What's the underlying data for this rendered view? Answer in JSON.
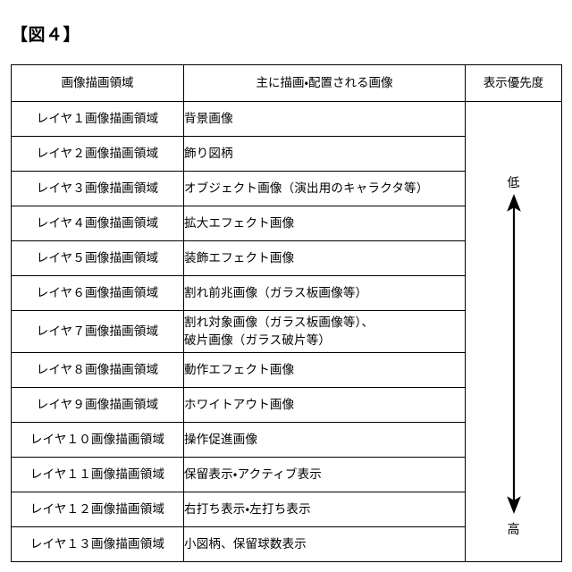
{
  "figure": {
    "title": "【図４】"
  },
  "table": {
    "headers": {
      "area": "画像描画領域",
      "images": "主に描画・配置される画像",
      "priority": "表示優先度"
    },
    "rows": [
      {
        "area": "レイヤ１画像描画領域",
        "desc": "背景画像",
        "desc2": ""
      },
      {
        "area": "レイヤ２画像描画領域",
        "desc": "飾り図柄",
        "desc2": ""
      },
      {
        "area": "レイヤ３画像描画領域",
        "desc": "オブジェクト画像（演出用のキャラクタ等）",
        "desc2": ""
      },
      {
        "area": "レイヤ４画像描画領域",
        "desc": "拡大エフェクト画像",
        "desc2": ""
      },
      {
        "area": "レイヤ５画像描画領域",
        "desc": "装飾エフェクト画像",
        "desc2": ""
      },
      {
        "area": "レイヤ６画像描画領域",
        "desc": "割れ前兆画像（ガラス板画像等）",
        "desc2": ""
      },
      {
        "area": "レイヤ７画像描画領域",
        "desc": "割れ対象画像（ガラス板画像等）、",
        "desc2": "破片画像（ガラス破片等）"
      },
      {
        "area": "レイヤ８画像描画領域",
        "desc": "動作エフェクト画像",
        "desc2": ""
      },
      {
        "area": "レイヤ９画像描画領域",
        "desc": "ホワイトアウト画像",
        "desc2": ""
      },
      {
        "area": "レイヤ１０画像描画領域",
        "desc": "操作促進画像",
        "desc2": ""
      },
      {
        "area": "レイヤ１１画像描画領域",
        "desc": "保留表示・アクティブ表示",
        "desc2": ""
      },
      {
        "area": "レイヤ１２画像描画領域",
        "desc": "右打ち表示・左打ち表示",
        "desc2": ""
      },
      {
        "area": "レイヤ１３画像描画領域",
        "desc": "小図柄、保留球数表示",
        "desc2": ""
      }
    ],
    "priority_scale": {
      "top_label": "低",
      "bottom_label": "高",
      "arrow": "double-headed-vertical-arrow"
    }
  },
  "colors": {
    "ink": "#000000",
    "paper": "#ffffff"
  }
}
